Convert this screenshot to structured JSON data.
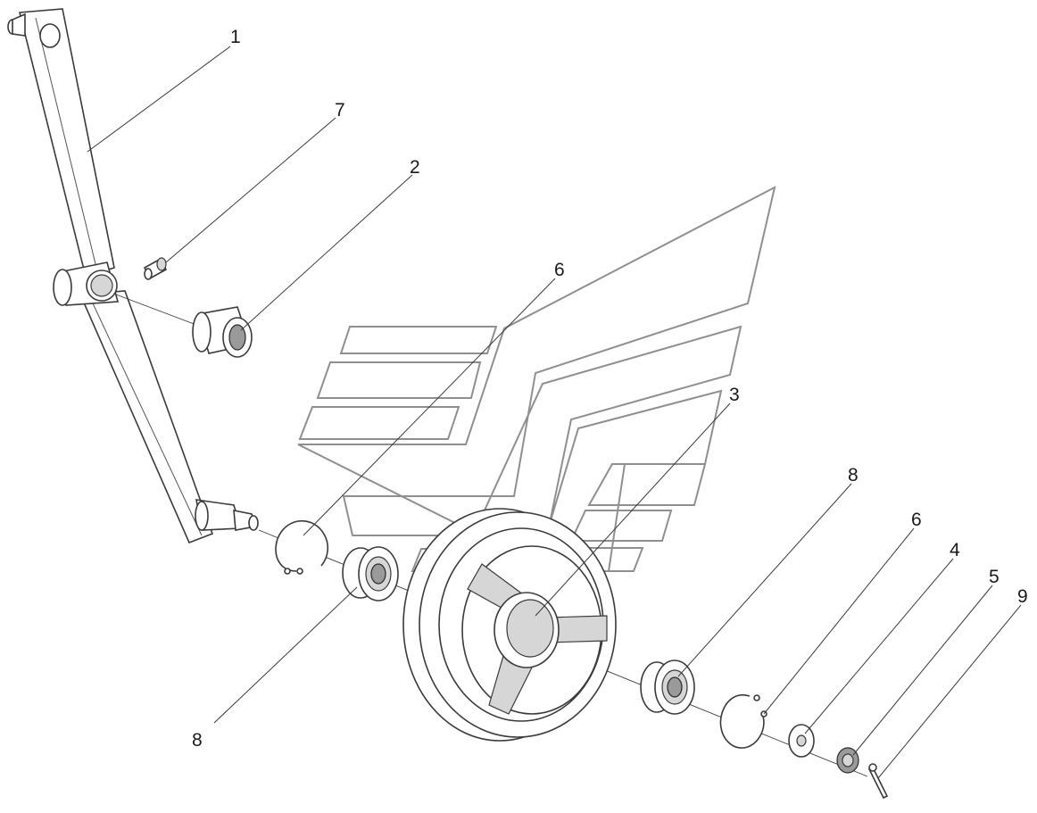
{
  "callouts": [
    {
      "id": "c1",
      "label": "1"
    },
    {
      "id": "c7",
      "label": "7"
    },
    {
      "id": "c2",
      "label": "2"
    },
    {
      "id": "c6a",
      "label": "6"
    },
    {
      "id": "c3",
      "label": "3"
    },
    {
      "id": "c8a",
      "label": "8"
    },
    {
      "id": "c6b",
      "label": "6"
    },
    {
      "id": "c4",
      "label": "4"
    },
    {
      "id": "c5",
      "label": "5"
    },
    {
      "id": "c9",
      "label": "9"
    },
    {
      "id": "c8b",
      "label": "8"
    }
  ]
}
